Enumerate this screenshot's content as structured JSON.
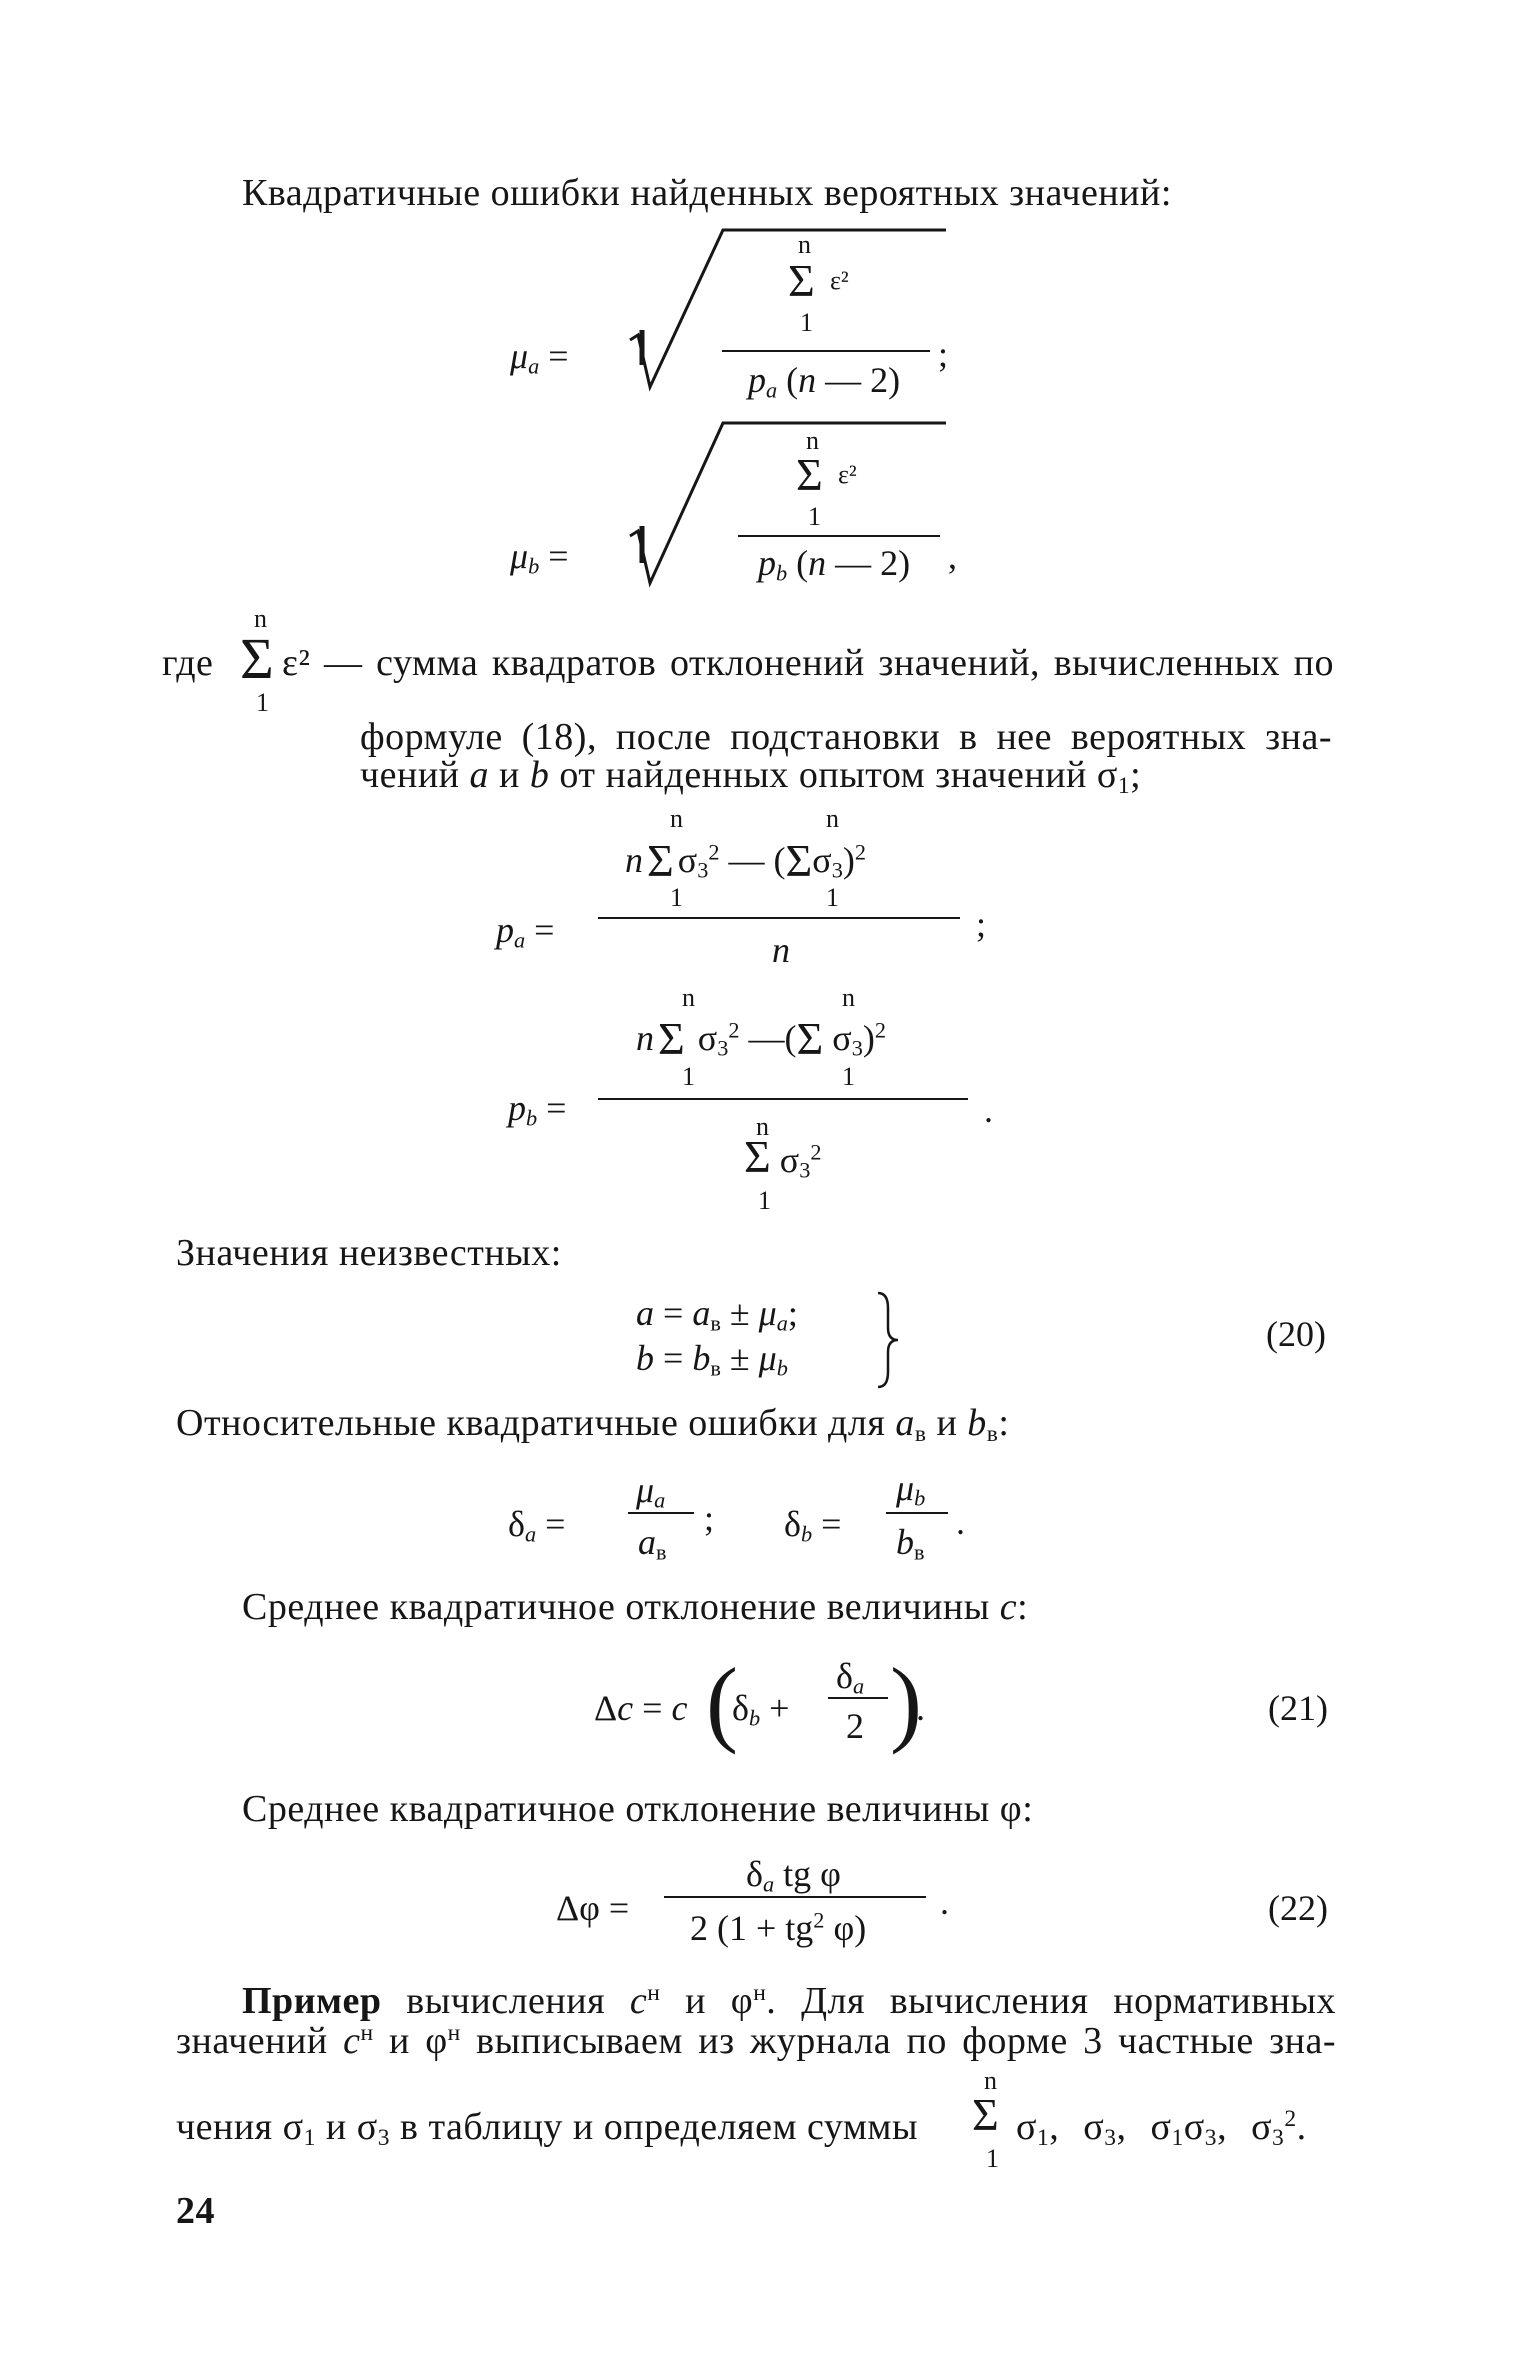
{
  "heading_errors": "Квадратичные ошибки найденных вероятных значений:",
  "mu_a": {
    "lhs": "μa =",
    "sum_upper": "n",
    "sum_lower": "1",
    "summand": "ε²",
    "denominator": "pa (n — 2)",
    "end": ";"
  },
  "mu_b": {
    "lhs": "μb =",
    "sum_upper": "n",
    "sum_lower": "1",
    "summand": "ε²",
    "denominator": "pb (n — 2)",
    "end": ","
  },
  "where": {
    "word": "где",
    "sum_upper": "n",
    "sum_lower": "1",
    "term": "ε² — сумма квадратов отклонений значений, вычисленных по",
    "line2": "формуле (18), после подстановки в нее вероятных зна-",
    "line3": "чений a и b от найденных опытом значений σ₁;"
  },
  "pa": {
    "lhs": "pa =",
    "numerator": "n Σ σ₃² — (Σ σ₃)²",
    "sum_upper": "n",
    "sum_lower": "1",
    "denominator": "n",
    "end": ";"
  },
  "pb": {
    "lhs": "pb =",
    "numerator": "n Σ σ₃² — (Σ σ₃)²",
    "sum_upper": "n",
    "sum_lower": "1",
    "denominator": "Σ σ₃²",
    "end": "."
  },
  "unknowns_heading": "Значения неизвестных:",
  "eq20": {
    "line1": "a = aв ± μa;",
    "line2": "b = bв ± μb",
    "number": "(20)"
  },
  "relative_heading": "Относительные квадратичные ошибки для aв и bв:",
  "deltas": {
    "delta_a": "δa = μa / aв ;",
    "delta_b": "δb = μb / bв ."
  },
  "c_heading": "Среднее квадратичное отклонение величины c:",
  "eq21": {
    "formula": "Δc = c(δb + δa / 2).",
    "number": "(21)"
  },
  "phi_heading": "Среднее квадратичное отклонение величины φ:",
  "eq22": {
    "formula": "Δφ = δa tg φ / 2 (1 + tg² φ) .",
    "number": "(22)"
  },
  "example": {
    "bold": "Пример",
    "line1_rest": "вычисления cн и φн. Для вычисления нормативных",
    "line2": "значений cн и φн выписываем из журнала по форме 3 частные зна-",
    "line3": "чения σ₁ и σ₃ в таблицу и определяем суммы",
    "sum_upper": "n",
    "sum_lower": "1",
    "sums": "σ₁, σ₃, σ₁σ₃, σ₃²."
  },
  "page_number": "24"
}
